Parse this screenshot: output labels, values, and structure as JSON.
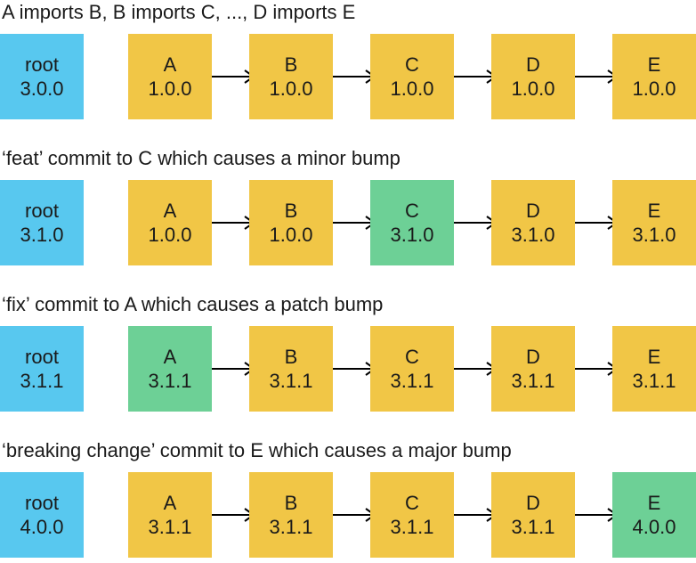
{
  "sections": [
    {
      "caption": "A imports B, B imports C, ..., D imports E",
      "root": {
        "label": "root",
        "version": "3.0.0"
      },
      "packages": [
        {
          "name": "A",
          "version": "1.0.0",
          "changed": false
        },
        {
          "name": "B",
          "version": "1.0.0",
          "changed": false
        },
        {
          "name": "C",
          "version": "1.0.0",
          "changed": false
        },
        {
          "name": "D",
          "version": "1.0.0",
          "changed": false
        },
        {
          "name": "E",
          "version": "1.0.0",
          "changed": false
        }
      ]
    },
    {
      "caption": "‘feat’ commit to C which causes a minor bump",
      "root": {
        "label": "root",
        "version": "3.1.0"
      },
      "packages": [
        {
          "name": "A",
          "version": "1.0.0",
          "changed": false
        },
        {
          "name": "B",
          "version": "1.0.0",
          "changed": false
        },
        {
          "name": "C",
          "version": "3.1.0",
          "changed": true
        },
        {
          "name": "D",
          "version": "3.1.0",
          "changed": false
        },
        {
          "name": "E",
          "version": "3.1.0",
          "changed": false
        }
      ]
    },
    {
      "caption": "‘fix’ commit to A which causes a patch bump",
      "root": {
        "label": "root",
        "version": "3.1.1"
      },
      "packages": [
        {
          "name": "A",
          "version": "3.1.1",
          "changed": true
        },
        {
          "name": "B",
          "version": "3.1.1",
          "changed": false
        },
        {
          "name": "C",
          "version": "3.1.1",
          "changed": false
        },
        {
          "name": "D",
          "version": "3.1.1",
          "changed": false
        },
        {
          "name": "E",
          "version": "3.1.1",
          "changed": false
        }
      ]
    },
    {
      "caption": "‘breaking change’ commit to E which causes a major bump",
      "root": {
        "label": "root",
        "version": "4.0.0"
      },
      "packages": [
        {
          "name": "A",
          "version": "3.1.1",
          "changed": false
        },
        {
          "name": "B",
          "version": "3.1.1",
          "changed": false
        },
        {
          "name": "C",
          "version": "3.1.1",
          "changed": false
        },
        {
          "name": "D",
          "version": "3.1.1",
          "changed": false
        },
        {
          "name": "E",
          "version": "4.0.0",
          "changed": true
        }
      ]
    }
  ],
  "colors": {
    "root": "#58c8ef",
    "package": "#f1c646",
    "changed_package": "#6dd096",
    "arrow": "#000000"
  }
}
